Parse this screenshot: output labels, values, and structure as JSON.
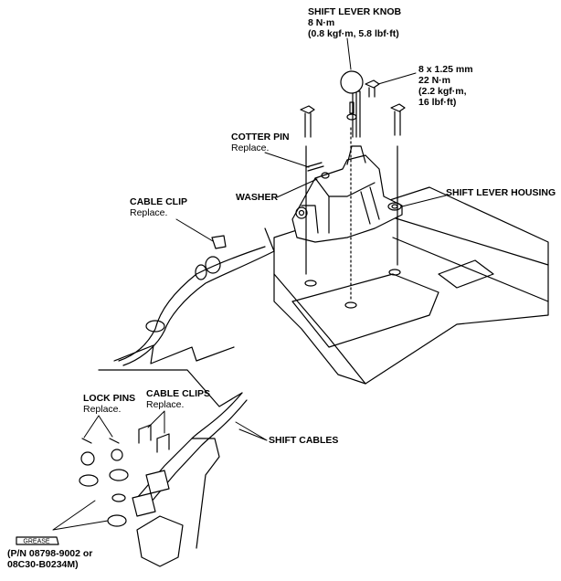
{
  "labels": {
    "knob": {
      "title": "SHIFT LEVER KNOB",
      "line2": "8 N·m",
      "line3": "(0.8 kgf·m, 5.8 lbf·ft)"
    },
    "bolt": {
      "line1": "8 x 1.25 mm",
      "line2": "22 N·m",
      "line3": "(2.2 kgf·m,",
      "line4": "16 lbf·ft)"
    },
    "cotter_pin": {
      "title": "COTTER PIN",
      "note": "Replace."
    },
    "housing": {
      "title": "SHIFT LEVER HOUSING"
    },
    "washer": {
      "title": "WASHER"
    },
    "cable_clip": {
      "title": "CABLE CLIP",
      "note": "Replace."
    },
    "lock_pins": {
      "title": "LOCK PINS",
      "note": "Replace."
    },
    "cable_clips": {
      "title": "CABLE CLIPS",
      "note": "Replace."
    },
    "shift_cables": {
      "title": "SHIFT CABLES"
    },
    "grease": {
      "tag": "GREASE",
      "line1": "(P/N 08798-9002 or",
      "line2": "08C30-B0234M)"
    }
  }
}
